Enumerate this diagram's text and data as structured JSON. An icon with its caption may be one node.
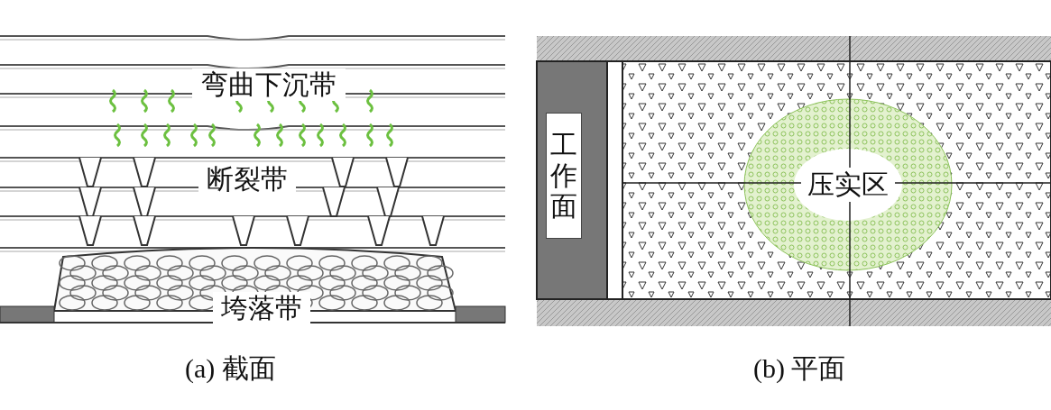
{
  "diagram": {
    "nodes": [
      {
        "text": [
          "弯曲下沉带"
        ]
      },
      {
        "text": [
          "断裂带"
        ]
      },
      {
        "text": [
          "垮落带"
        ]
      },
      {
        "text": [
          "工作面"
        ]
      },
      {
        "text": [
          "压实区"
        ]
      }
    ],
    "labels": [
      "(a) 截面",
      "(b) 平面"
    ]
  }
}
